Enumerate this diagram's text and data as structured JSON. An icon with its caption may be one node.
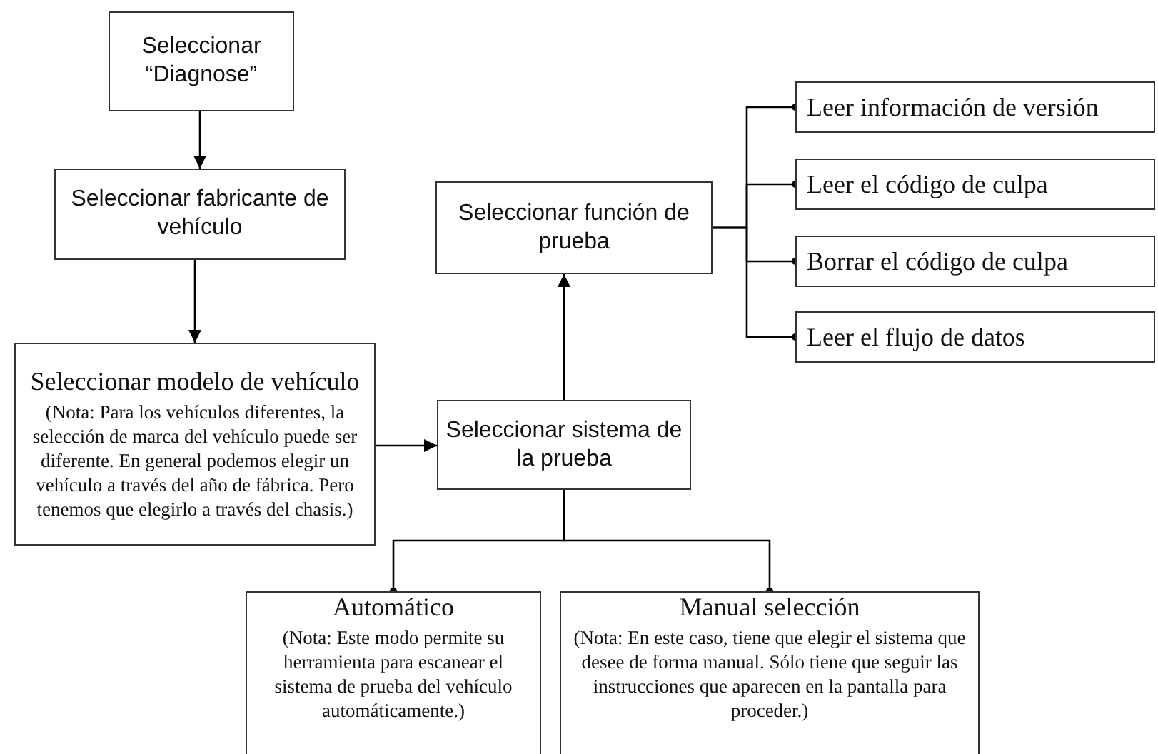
{
  "diagram": {
    "nodes": [
      {
        "text": [
          "Seleccionar “Diagnose”"
        ]
      },
      {
        "text": [
          "Seleccionar fabricante de vehículo"
        ]
      },
      {
        "text": [
          "Seleccionar modelo de vehículo",
          "(Nota: Para los vehículos diferentes, la selección de marca del vehículo puede ser diferente. En general podemos elegir un vehículo a través del año de fábrica. Pero tenemos que elegirlo a través del chasis.)"
        ]
      },
      {
        "text": [
          "Seleccionar sistema de la prueba"
        ]
      },
      {
        "text": [
          "Seleccionar función de prueba"
        ]
      },
      {
        "text": [
          "Leer información de versión"
        ]
      },
      {
        "text": [
          "Leer el código de culpa"
        ]
      },
      {
        "text": [
          "Borrar el código de culpa"
        ]
      },
      {
        "text": [
          "Leer el flujo de datos"
        ]
      },
      {
        "text": [
          "Automático",
          "(Nota: Este modo permite su herramienta para escanear el sistema de prueba del vehículo automáticamente.)"
        ]
      },
      {
        "text": [
          "Manual selección",
          "(Nota: En este caso, tiene que elegir el sistema que desee de forma manual. Sólo tiene que seguir las instrucciones que aparecen en la pantalla para proceder.)"
        ]
      }
    ],
    "edges": [
      {
        "from": 0,
        "to": 1,
        "arrow": "to"
      },
      {
        "from": 1,
        "to": 2,
        "arrow": "to"
      },
      {
        "from": 2,
        "to": 3,
        "arrow": "to"
      },
      {
        "from": 3,
        "to": 4,
        "arrow": "to"
      },
      {
        "from": 4,
        "to": 5,
        "arrow": "other"
      },
      {
        "from": 4,
        "to": 6,
        "arrow": "other"
      },
      {
        "from": 4,
        "to": 7,
        "arrow": "other"
      },
      {
        "from": 4,
        "to": 8,
        "arrow": "other"
      },
      {
        "from": 3,
        "to": 9,
        "arrow": "other"
      },
      {
        "from": 3,
        "to": 10,
        "arrow": "other"
      }
    ]
  }
}
